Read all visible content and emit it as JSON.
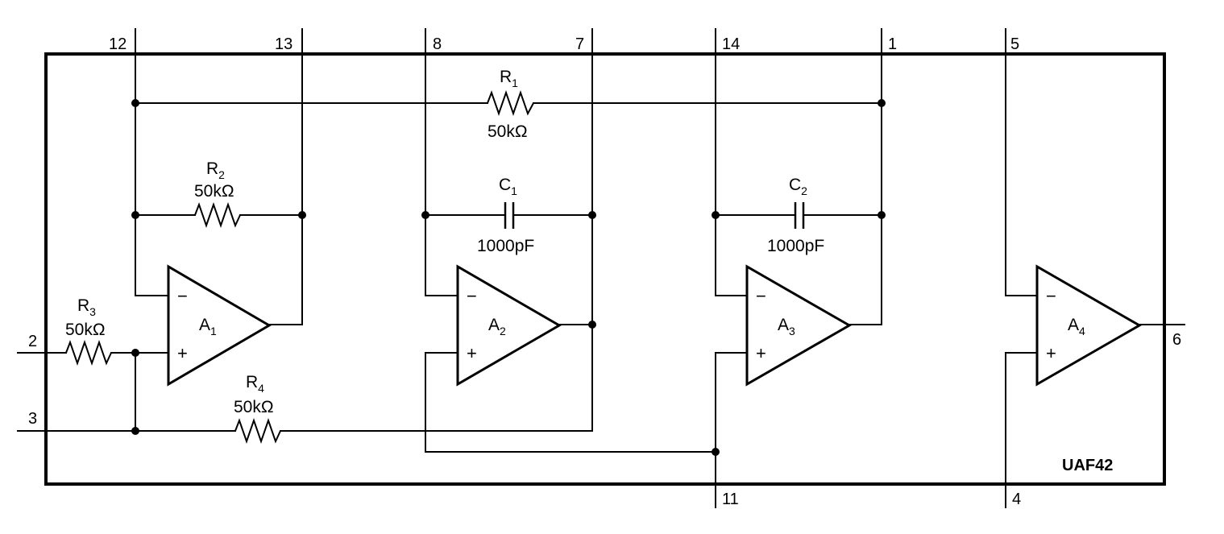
{
  "chip": {
    "name": "UAF42"
  },
  "pins": {
    "p12": "12",
    "p13": "13",
    "p8": "8",
    "p7": "7",
    "p14": "14",
    "p1": "1",
    "p5": "5",
    "p2": "2",
    "p3": "3",
    "p6": "6",
    "p11": "11",
    "p4": "4"
  },
  "amplifiers": [
    {
      "letter": "A",
      "sub": "1"
    },
    {
      "letter": "A",
      "sub": "2"
    },
    {
      "letter": "A",
      "sub": "3"
    },
    {
      "letter": "A",
      "sub": "4"
    }
  ],
  "signs": {
    "minus": "−",
    "plus": "+"
  },
  "resistors": {
    "r1": {
      "letter": "R",
      "sub": "1",
      "value": "50kΩ"
    },
    "r2": {
      "letter": "R",
      "sub": "2",
      "value": "50kΩ"
    },
    "r3": {
      "letter": "R",
      "sub": "3",
      "value": "50kΩ"
    },
    "r4": {
      "letter": "R",
      "sub": "4",
      "value": "50kΩ"
    }
  },
  "capacitors": {
    "c1": {
      "letter": "C",
      "sub": "1",
      "value": "1000pF"
    },
    "c2": {
      "letter": "C",
      "sub": "2",
      "value": "1000pF"
    }
  }
}
